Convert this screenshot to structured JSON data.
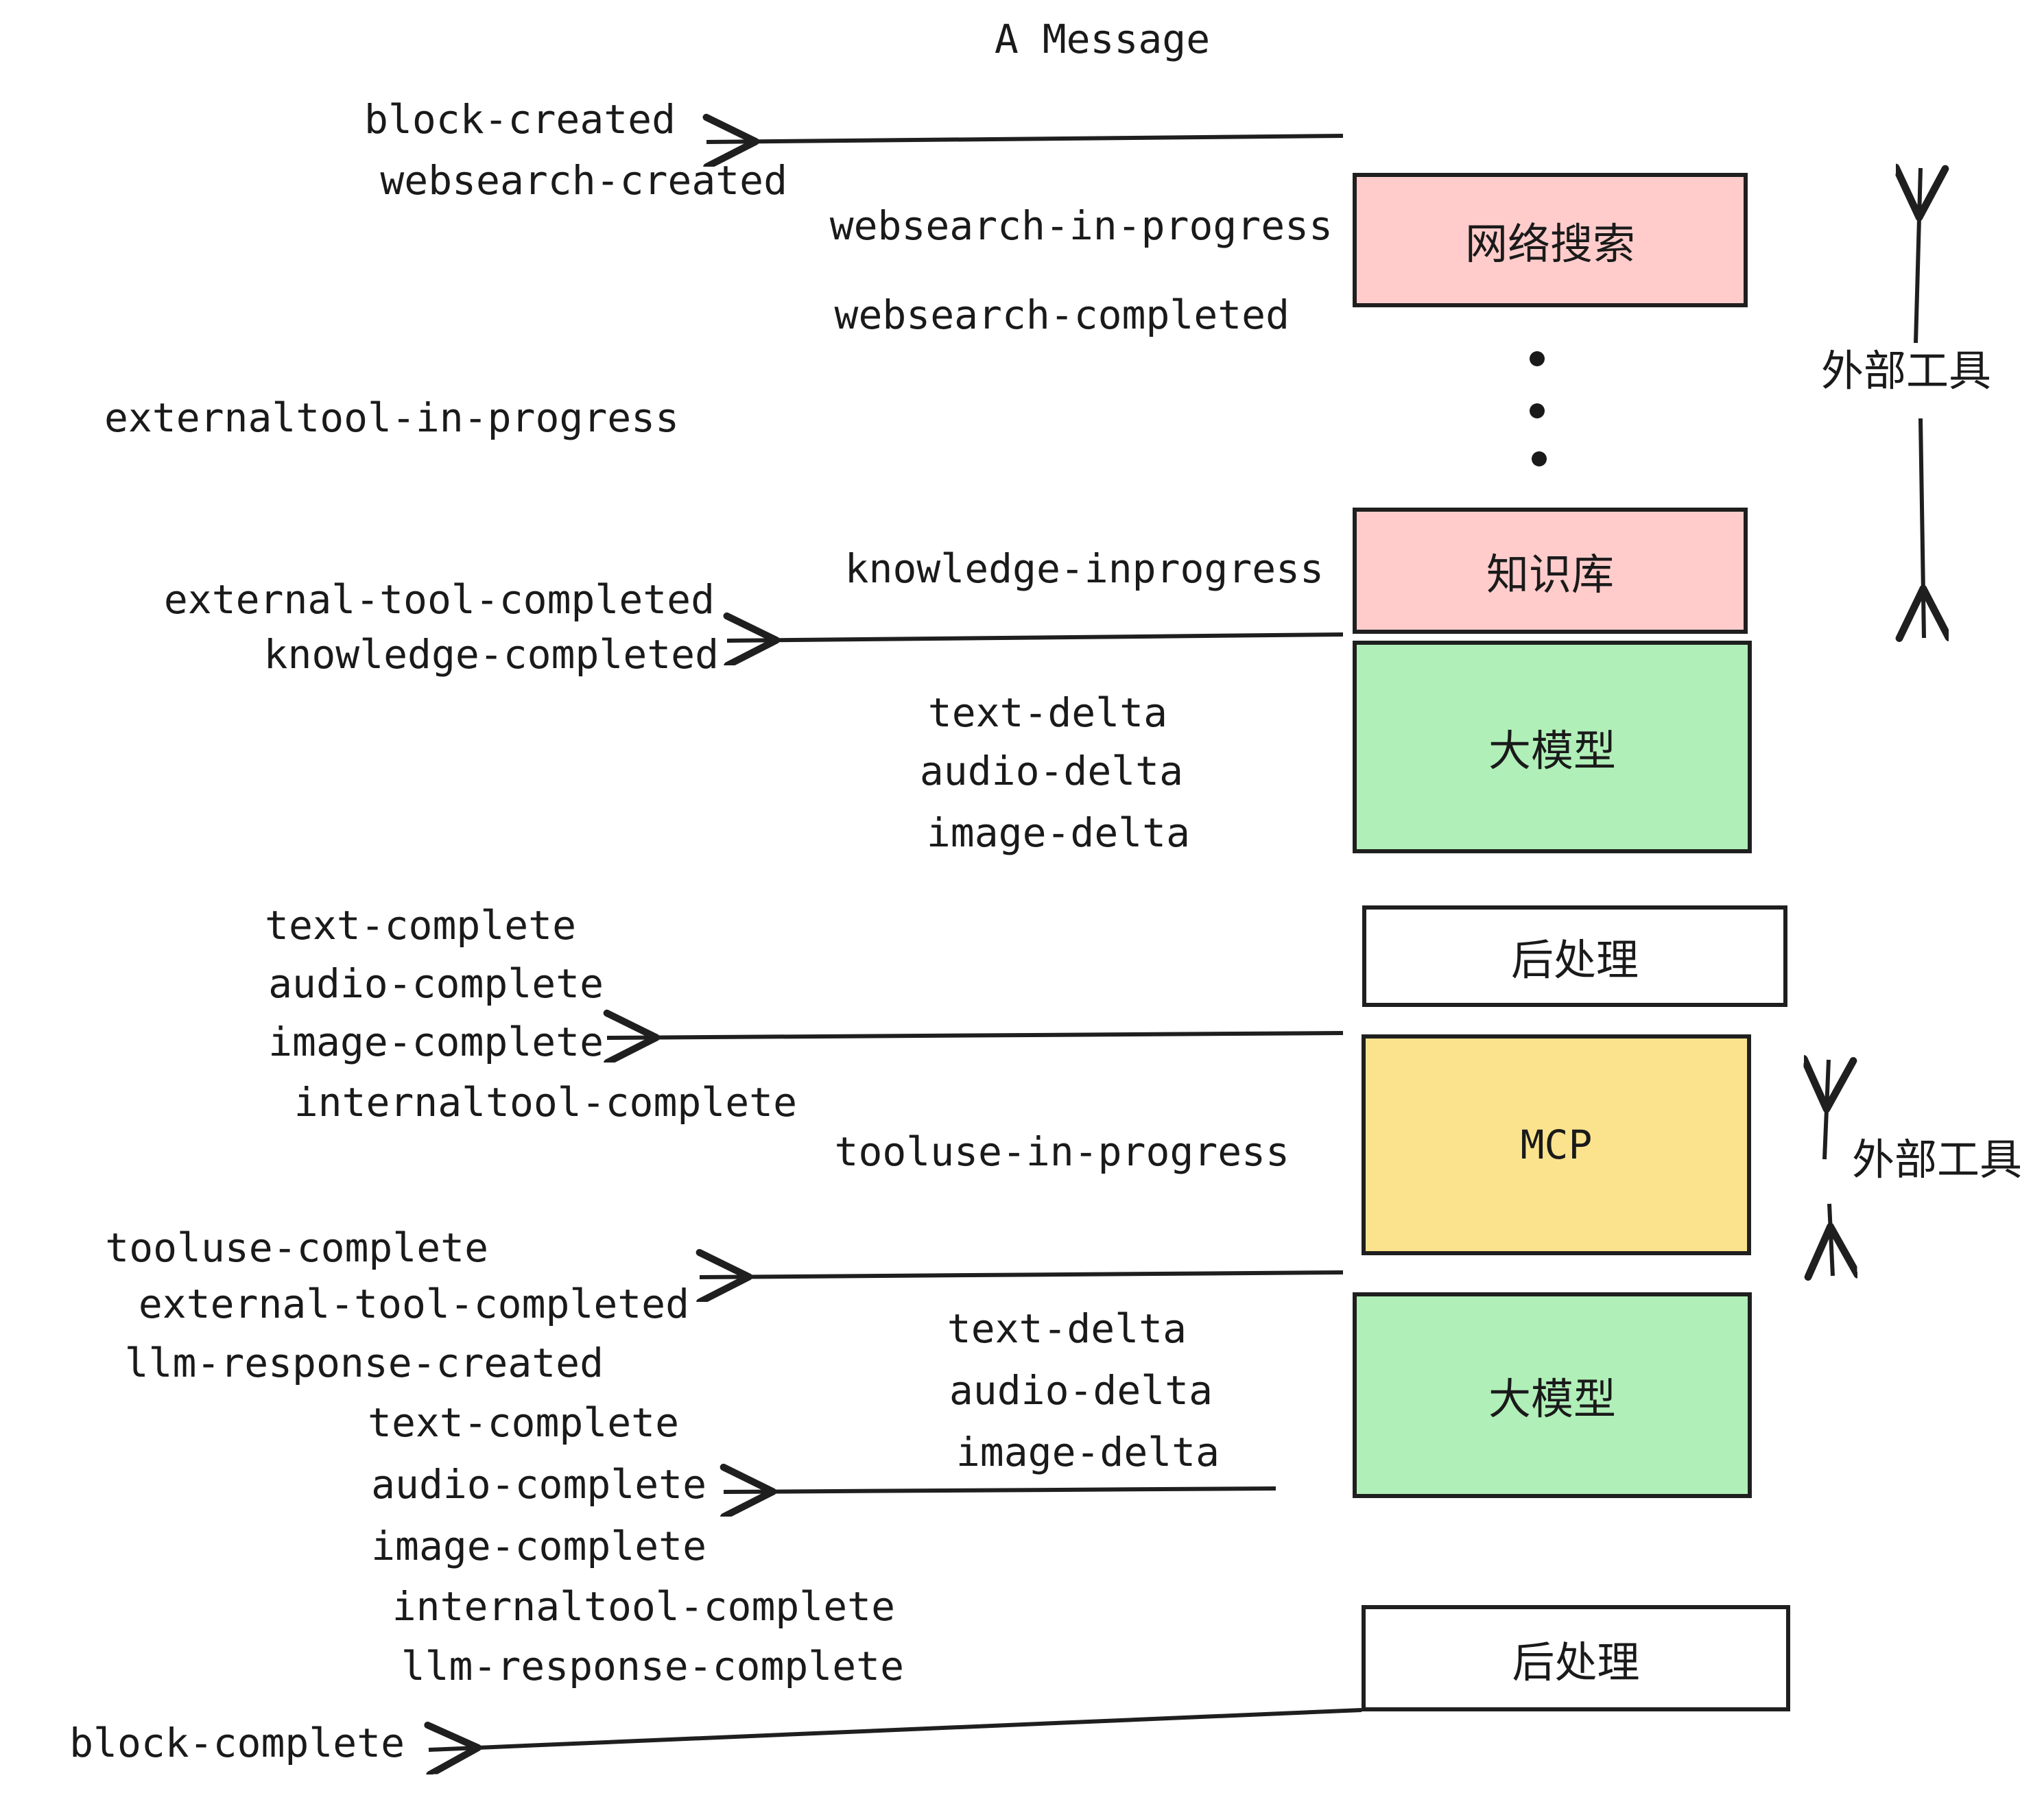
{
  "title": "A Message",
  "colors": {
    "pink": "#ffcccb",
    "green": "#b0efb8",
    "yellow": "#fbe38e",
    "white": "#ffffff",
    "stroke": "#1f1f1f",
    "text": "#1a1a1a",
    "background": "#ffffff"
  },
  "nodes": {
    "websearch": "网络搜索",
    "knowledge": "知识库",
    "llm_1": "大模型",
    "postprocess_1": "后处理",
    "mcp": "MCP",
    "llm_2": "大模型",
    "postprocess_2": "后处理"
  },
  "side_labels": {
    "external_tools_top": "外部工具",
    "external_tools_bottom": "外部工具"
  },
  "events": {
    "block_created": "block-created",
    "websearch_created": "websearch-created",
    "websearch_in_progress": "websearch-in-progress",
    "websearch_completed": "websearch-completed",
    "externaltool_in_progress": "externaltool-in-progress",
    "knowledge_inprogress": "knowledge-inprogress",
    "external_tool_completed_1": "external-tool-completed",
    "knowledge_completed": "knowledge-completed",
    "text_delta_1": "text-delta",
    "audio_delta_1": "audio-delta",
    "image_delta_1": "image-delta",
    "text_complete_1": "text-complete",
    "audio_complete_1": "audio-complete",
    "image_complete_1": "image-complete",
    "internaltool_complete_1": "internaltool-complete",
    "tooluse_in_progress": "tooluse-in-progress",
    "tooluse_complete": "tooluse-complete",
    "external_tool_completed_2": "external-tool-completed",
    "llm_response_created": "llm-response-created",
    "text_delta_2": "text-delta",
    "audio_delta_2": "audio-delta",
    "image_delta_2": "image-delta",
    "text_complete_2": "text-complete",
    "audio_complete_2": "audio-complete",
    "image_complete_2": "image-complete",
    "internaltool_complete_2": "internaltool-complete",
    "llm_response_complete": "llm-response-complete",
    "block_complete": "block-complete"
  }
}
